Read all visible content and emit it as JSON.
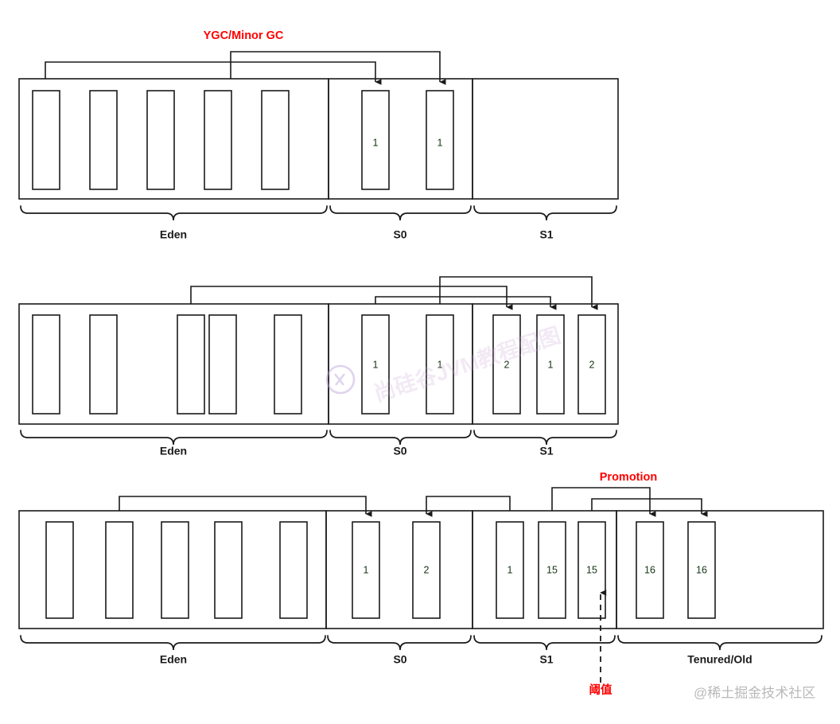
{
  "title": "JVM Heap Young Generation GC Process Diagram",
  "palette": {
    "eden_bg": "#6cb4f5",
    "s0_bg": "#ff99f0",
    "s1_bg": "#ffee00",
    "tenured_bg": "#8000f0",
    "live_object": "#00ee00",
    "dead_object": "#f73939",
    "stroke": "#1a1a1a",
    "annotation_red": "#ff0000",
    "label_text": "#1a1a1a"
  },
  "annotations": {
    "ygc": "YGC/Minor GC",
    "promotion": "Promotion",
    "threshold": "阈值"
  },
  "watermarks": {
    "center": "尚硅谷JVM教程配图",
    "corner": "@稀土掘金技术社区"
  },
  "rows": [
    {
      "id": "row-1",
      "regions": [
        {
          "name": "Eden",
          "label": "Eden",
          "fill": "#6cb4f5",
          "blocks": [
            {
              "state": "live",
              "age": ""
            },
            {
              "state": "dead",
              "age": ""
            },
            {
              "state": "dead",
              "age": ""
            },
            {
              "state": "live",
              "age": ""
            },
            {
              "state": "dead",
              "age": ""
            }
          ]
        },
        {
          "name": "S0",
          "label": "S0",
          "fill": "#ff99f0",
          "blocks": [
            {
              "state": "live",
              "age": "1"
            },
            {
              "state": "live",
              "age": "1"
            }
          ]
        },
        {
          "name": "S1",
          "label": "S1",
          "fill": "#ffee00",
          "blocks": []
        }
      ]
    },
    {
      "id": "row-2",
      "regions": [
        {
          "name": "Eden",
          "label": "Eden",
          "fill": "#6cb4f5",
          "blocks": [
            {
              "state": "dead",
              "age": ""
            },
            {
              "state": "dead",
              "age": ""
            },
            {
              "state": "live",
              "age": ""
            },
            {
              "state": "dead",
              "age": ""
            },
            {
              "state": "dead",
              "age": ""
            }
          ]
        },
        {
          "name": "S0",
          "label": "S0",
          "fill": "#ff99f0",
          "blocks": [
            {
              "state": "live",
              "age": "1"
            },
            {
              "state": "live",
              "age": "1"
            }
          ]
        },
        {
          "name": "S1",
          "label": "S1",
          "fill": "#ffee00",
          "blocks": [
            {
              "state": "live",
              "age": "2"
            },
            {
              "state": "live",
              "age": "1"
            },
            {
              "state": "live",
              "age": "2"
            }
          ]
        }
      ]
    },
    {
      "id": "row-3",
      "regions": [
        {
          "name": "Eden",
          "label": "Eden",
          "fill": "#6cb4f5",
          "blocks": [
            {
              "state": "dead",
              "age": ""
            },
            {
              "state": "live",
              "age": ""
            },
            {
              "state": "dead",
              "age": ""
            },
            {
              "state": "dead",
              "age": ""
            },
            {
              "state": "dead",
              "age": ""
            }
          ]
        },
        {
          "name": "S0",
          "label": "S0",
          "fill": "#ff99f0",
          "blocks": [
            {
              "state": "live",
              "age": "1"
            },
            {
              "state": "live",
              "age": "2"
            }
          ]
        },
        {
          "name": "S1",
          "label": "S1",
          "fill": "#ffee00",
          "blocks": [
            {
              "state": "live",
              "age": "1"
            },
            {
              "state": "live",
              "age": "15"
            },
            {
              "state": "live",
              "age": "15"
            }
          ]
        },
        {
          "name": "Tenured/Old",
          "label": "Tenured/Old",
          "fill": "#8000f0",
          "blocks": [
            {
              "state": "live",
              "age": "16"
            },
            {
              "state": "live",
              "age": "16"
            }
          ]
        }
      ]
    }
  ]
}
